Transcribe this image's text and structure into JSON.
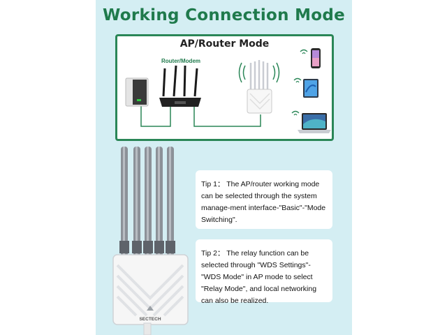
{
  "header": {
    "title": "Working Connection Mode"
  },
  "diagram": {
    "title": "AP/Router Mode",
    "router_label": "Router/Modem"
  },
  "device": {
    "brand": "SECTECH"
  },
  "tips": [
    {
      "label": "Tip 1：",
      "text": "The AP/router working mode can be selected through the system manage-ment interface-\"Basic\"-\"Mode Switching\"."
    },
    {
      "label": "Tip 2：",
      "text": "The relay function can be selected through \"WDS Settings\"-\"WDS Mode\" in AP mode to select \"Relay Mode\", and local networking can also be realized."
    }
  ],
  "colors": {
    "accent": "#1f7a4c",
    "panel": "#d4eef3",
    "cable": "#2a8657"
  },
  "icons": [
    "modem-icon",
    "router-icon",
    "wifi-icon",
    "phone-icon",
    "tablet-icon",
    "laptop-icon",
    "antenna-icon"
  ]
}
